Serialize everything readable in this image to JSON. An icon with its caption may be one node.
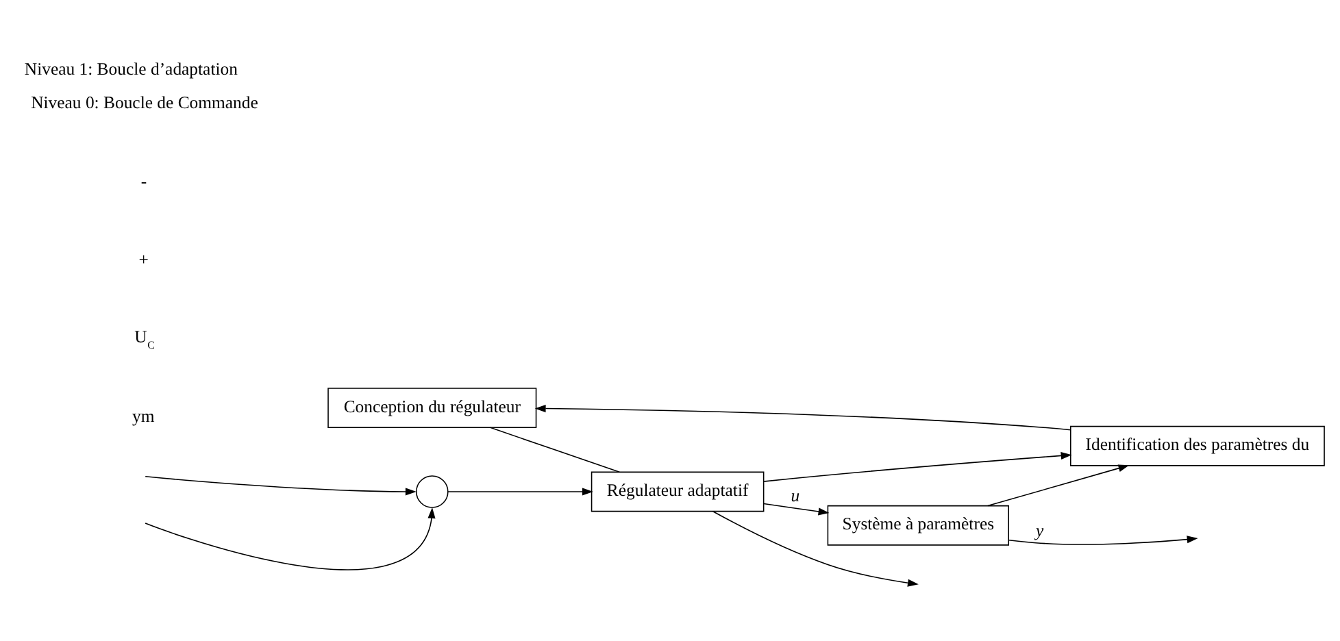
{
  "diagram": {
    "title": "Niveau 1: Boucle d’adaptation",
    "nodes": [
      {
        "text": [
          "Conception du régulateur"
        ]
      },
      {
        "text": [
          "Identification des paramètres du"
        ]
      },
      {
        "text": [
          "Régulateur adaptatif"
        ]
      },
      {
        "text": [
          "Système à paramètres"
        ]
      },
      {
        "text": [],
        "shape": "circle"
      }
    ],
    "edges": [
      {
        "from": 1,
        "to": 0,
        "arrow": "to"
      },
      {
        "from": 0,
        "to": 2,
        "arrow": "none"
      },
      {
        "from": null,
        "to": 4,
        "arrow": "to"
      },
      {
        "from": 4,
        "to": 2,
        "arrow": "to"
      },
      {
        "from": 2,
        "to": 3,
        "arrow": "to",
        "label": "u"
      },
      {
        "from": 2,
        "to": 1,
        "arrow": "to"
      },
      {
        "from": 3,
        "to": 1,
        "arrow": "to"
      },
      {
        "from": 3,
        "to": null,
        "arrow": "to",
        "label": "y"
      },
      {
        "from": null,
        "to": 4,
        "arrow": "to"
      },
      {
        "from": 2,
        "to": null,
        "arrow": "to"
      }
    ],
    "labels": [
      "ym",
      "U$_{C}$",
      "+",
      "-",
      "Niveau 0: Boucle de Commande"
    ]
  }
}
